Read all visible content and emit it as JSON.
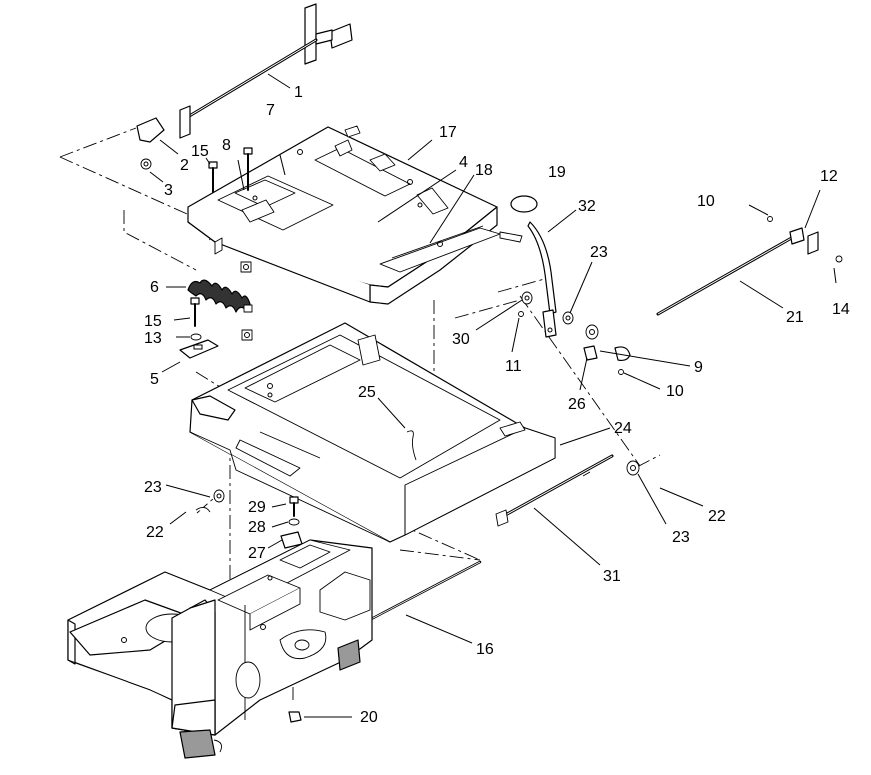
{
  "callouts": [
    {
      "id": "c1",
      "text": "1"
    },
    {
      "id": "c2",
      "text": "2"
    },
    {
      "id": "c3",
      "text": "3"
    },
    {
      "id": "c15a",
      "text": "15"
    },
    {
      "id": "c8",
      "text": "8"
    },
    {
      "id": "c7",
      "text": "7"
    },
    {
      "id": "c17",
      "text": "17"
    },
    {
      "id": "c4",
      "text": "4"
    },
    {
      "id": "c18",
      "text": "18"
    },
    {
      "id": "c19",
      "text": "19"
    },
    {
      "id": "c32",
      "text": "32"
    },
    {
      "id": "c12",
      "text": "12"
    },
    {
      "id": "c10a",
      "text": "10"
    },
    {
      "id": "c23a",
      "text": "23"
    },
    {
      "id": "c21",
      "text": "21"
    },
    {
      "id": "c14",
      "text": "14"
    },
    {
      "id": "c6",
      "text": "6"
    },
    {
      "id": "c15b",
      "text": "15"
    },
    {
      "id": "c13",
      "text": "13"
    },
    {
      "id": "c5",
      "text": "5"
    },
    {
      "id": "c30",
      "text": "30"
    },
    {
      "id": "c11",
      "text": "11"
    },
    {
      "id": "c9",
      "text": "9"
    },
    {
      "id": "c10b",
      "text": "10"
    },
    {
      "id": "c26",
      "text": "26"
    },
    {
      "id": "c25",
      "text": "25"
    },
    {
      "id": "c24",
      "text": "24"
    },
    {
      "id": "c23b",
      "text": "23"
    },
    {
      "id": "c22a",
      "text": "22"
    },
    {
      "id": "c29",
      "text": "29"
    },
    {
      "id": "c28",
      "text": "28"
    },
    {
      "id": "c27",
      "text": "27"
    },
    {
      "id": "c22b",
      "text": "22"
    },
    {
      "id": "c23c",
      "text": "23"
    },
    {
      "id": "c31",
      "text": "31"
    },
    {
      "id": "c16",
      "text": "16"
    },
    {
      "id": "c20",
      "text": "20"
    }
  ]
}
